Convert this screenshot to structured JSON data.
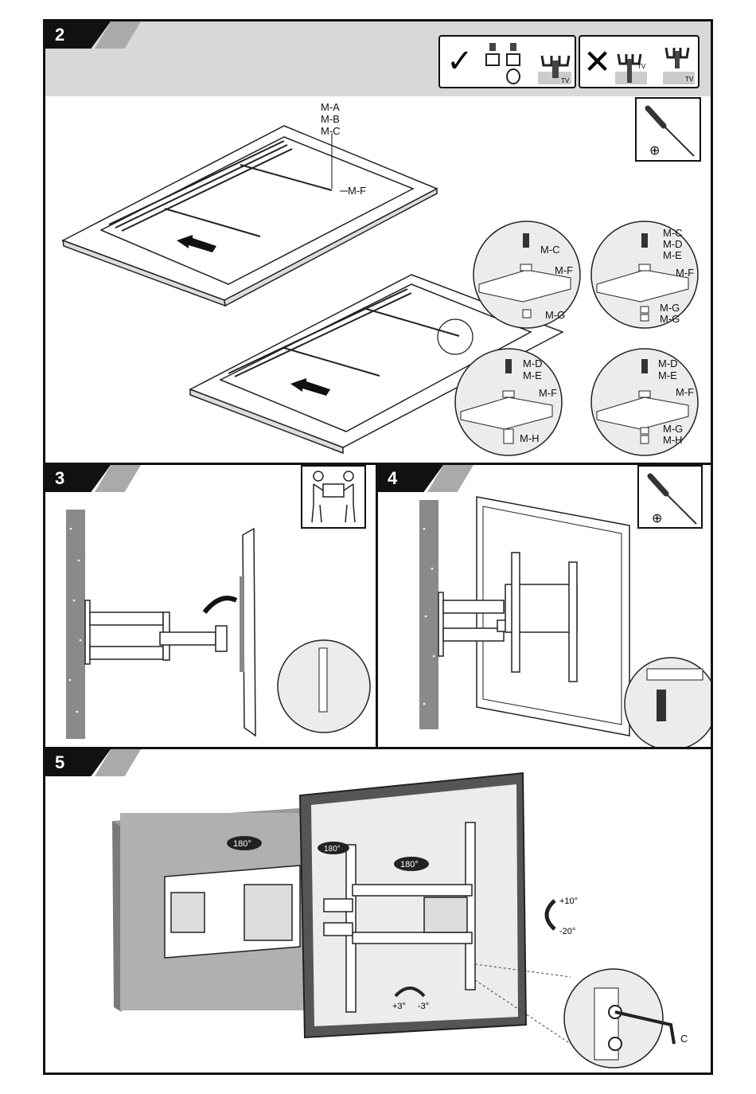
{
  "steps": {
    "s2": "2",
    "s3": "3",
    "s4": "4",
    "s5": "5"
  },
  "icons": {
    "tv_correct": "TV",
    "tv_wrong": "TV",
    "phillips_symbol": "⊕",
    "correct_mark": "✓",
    "wrong_mark": "✕"
  },
  "labels": {
    "ma": "M-A",
    "mb": "M-B",
    "mc": "M-C",
    "mf": "M-F",
    "d1_mc": "M-C",
    "d1_mf": "M-F",
    "d1_mg": "M-G",
    "d2_mc": "M-C",
    "d2_md": "M-D",
    "d2_me": "M-E",
    "d2_mf": "M-F",
    "d2_mg1": "M-G",
    "d2_mg2": "M-G",
    "d3_md": "M-D",
    "d3_me": "M-E",
    "d3_mf": "M-F",
    "d3_mh": "M-H",
    "d4_md": "M-D",
    "d4_me": "M-E",
    "d4_mf": "M-F",
    "d4_mg": "M-G",
    "d4_mh": "M-H",
    "rot_wall": "180°",
    "rot_tv1": "180°",
    "rot_tv2": "180°",
    "tilt_up": "+10°",
    "tilt_down": "-20°",
    "swivel_plus": "+3°",
    "swivel_minus": "-3°",
    "allen_key": "C"
  }
}
